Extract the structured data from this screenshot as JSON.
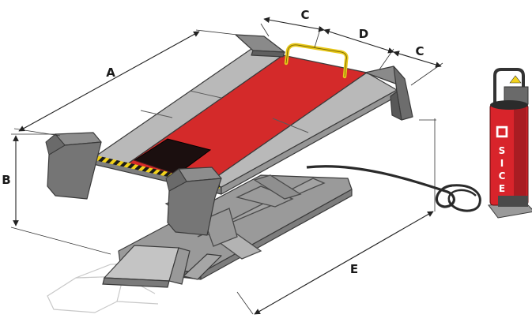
{
  "dimensions": [
    {
      "key": "A",
      "label": "A"
    },
    {
      "key": "B",
      "label": "B"
    },
    {
      "key": "C_left",
      "label": "C"
    },
    {
      "key": "D",
      "label": "D"
    },
    {
      "key": "C_right",
      "label": "C"
    },
    {
      "key": "E",
      "label": "E"
    }
  ],
  "pump": {
    "brand_letters": [
      "S",
      "I",
      "C",
      "E"
    ]
  },
  "colors": {
    "platform_red": "#d42a2a",
    "platform_grey": "#b9b9b9",
    "handle_yellow": "#f2d21a",
    "pump_red": "#d8242b",
    "frame_grey": "#8c8c8c"
  }
}
